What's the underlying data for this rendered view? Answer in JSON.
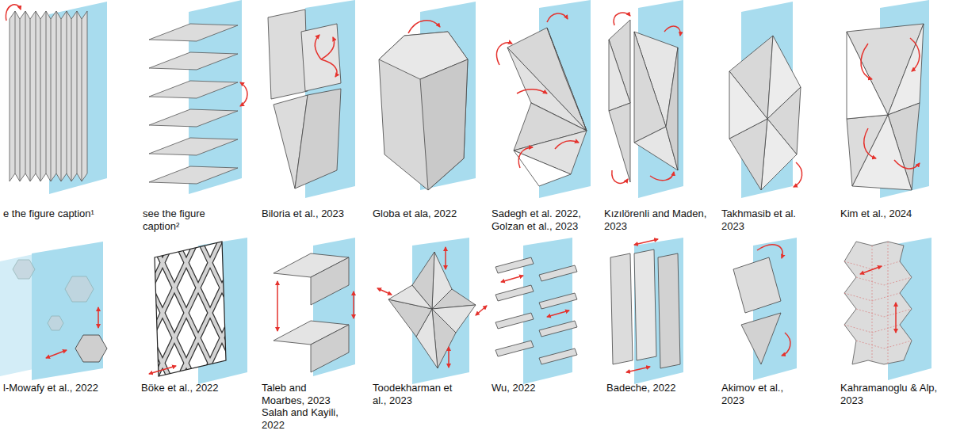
{
  "diagram": {
    "labels": [
      "e the figure caption¹",
      "see the figure caption²",
      "Biloria et al., 2023",
      "Globa et ala, 2022",
      "Sadegh et al. 2022, Golzan et al., 2023",
      "Kızılörenli and Maden, 2023",
      "Takhmasib et al. 2023",
      "Kim et al., 2024",
      "l-Mowafy et al., 2022",
      "Böke et al., 2022",
      "Taleb and Moarbes, 2023 Salah and Kayili, 2022",
      "Toodekharman et al., 2023",
      "Wu, 2022",
      "Badeche, 2022",
      "Akimov et al., 2023",
      "Kahramanoglu & Alp, 2023"
    ]
  }
}
